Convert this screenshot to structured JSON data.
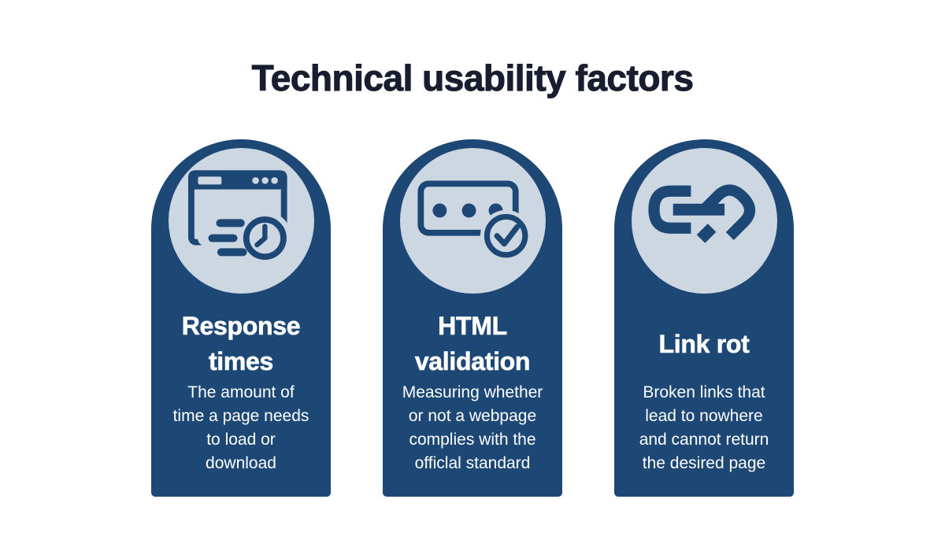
{
  "title": "Technical usability factors",
  "colors": {
    "background": "#ffffff",
    "pill": "#1d4876",
    "circle": "#cdd7e2",
    "title_text": "#181e2f",
    "card_text": "#ffffff"
  },
  "cards": [
    {
      "heading": "Response times",
      "heading_lines": [
        "Response",
        "times"
      ],
      "description": "The amount of time a page needs to load or download",
      "description_lines": [
        "The amount of",
        "time a page needs",
        "to load or",
        "download"
      ],
      "icon": "speed-clock-browser-icon"
    },
    {
      "heading": "HTML validation",
      "heading_lines": [
        "HTML",
        "validation"
      ],
      "description": "Measuring whether or not a webpage complies with the officlal standard",
      "description_lines": [
        "Measuring whether",
        "or not a webpage",
        "complies with the",
        "officlal standard"
      ],
      "icon": "card-check-validation-icon"
    },
    {
      "heading": "Link rot",
      "heading_lines": [
        "Link rot"
      ],
      "description": "Broken links that lead to nowhere and cannot return the desired page",
      "description_lines": [
        "Broken links that",
        "lead to nowhere",
        "and cannot return",
        "the desired page"
      ],
      "icon": "broken-link-icon"
    }
  ]
}
